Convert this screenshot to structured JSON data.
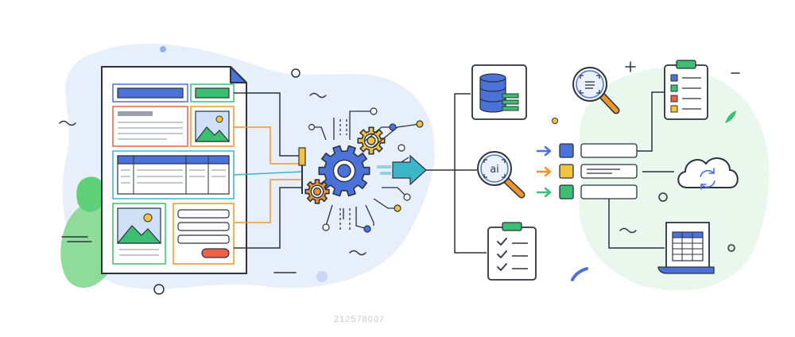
{
  "ai_label": "ai",
  "watermark_id": "212578007",
  "colors": {
    "stroke": "#2b3240",
    "blue": "#4a72d9",
    "green": "#3cbf71",
    "orange": "#f0952a",
    "yellow": "#f3c43b",
    "red": "#ee6048",
    "teal": "#3bb5c7",
    "blob_blue": "#e7effa",
    "blob_green": "#e9f7ec",
    "mint": "#8fdb9a"
  },
  "flow": {
    "source": "document",
    "processor": "gear-engine",
    "outputs": [
      "database",
      "ai-search",
      "checklist"
    ],
    "results": [
      "scan-search",
      "task-clipboard",
      "cloud-sync",
      "spreadsheet"
    ]
  }
}
